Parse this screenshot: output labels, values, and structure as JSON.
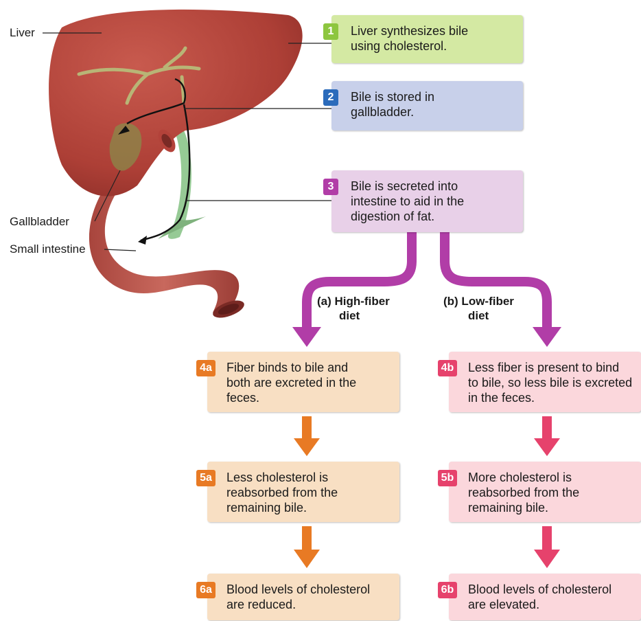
{
  "labels": {
    "liver": "Liver",
    "gallbladder": "Gallbladder",
    "small_intestine": "Small intestine"
  },
  "steps": {
    "s1": {
      "num": "1",
      "text": "Liver synthesizes bile using cholesterol."
    },
    "s2": {
      "num": "2",
      "text": "Bile is stored in gallbladder."
    },
    "s3": {
      "num": "3",
      "text": "Bile is secreted into intestine to aid in the digestion of fat."
    },
    "s4a": {
      "num": "4a",
      "text": "Fiber binds to bile and both are excreted in the feces."
    },
    "s5a": {
      "num": "5a",
      "text": "Less cholesterol is reabsorbed from the remaining bile."
    },
    "s6a": {
      "num": "6a",
      "text": "Blood levels of cholesterol are reduced."
    },
    "s4b": {
      "num": "4b",
      "text": "Less fiber is present to bind to bile, so less bile is excreted in the feces."
    },
    "s5b": {
      "num": "5b",
      "text": "More cholesterol is reabsorbed from the remaining bile."
    },
    "s6b": {
      "num": "6b",
      "text": "Blood levels of cholesterol are elevated."
    }
  },
  "branches": {
    "a_line1": "(a) High-fiber",
    "a_line2": "diet",
    "b_line1": "(b) Low-fiber",
    "b_line2": "diet"
  },
  "colors": {
    "step1": "#8dc63f",
    "step2": "#2b6bbb",
    "step3": "#b13da7",
    "high_fiber": "#e87a24",
    "low_fiber": "#e6426c",
    "liver": "#b8453c",
    "bile": "#a9b56a"
  }
}
